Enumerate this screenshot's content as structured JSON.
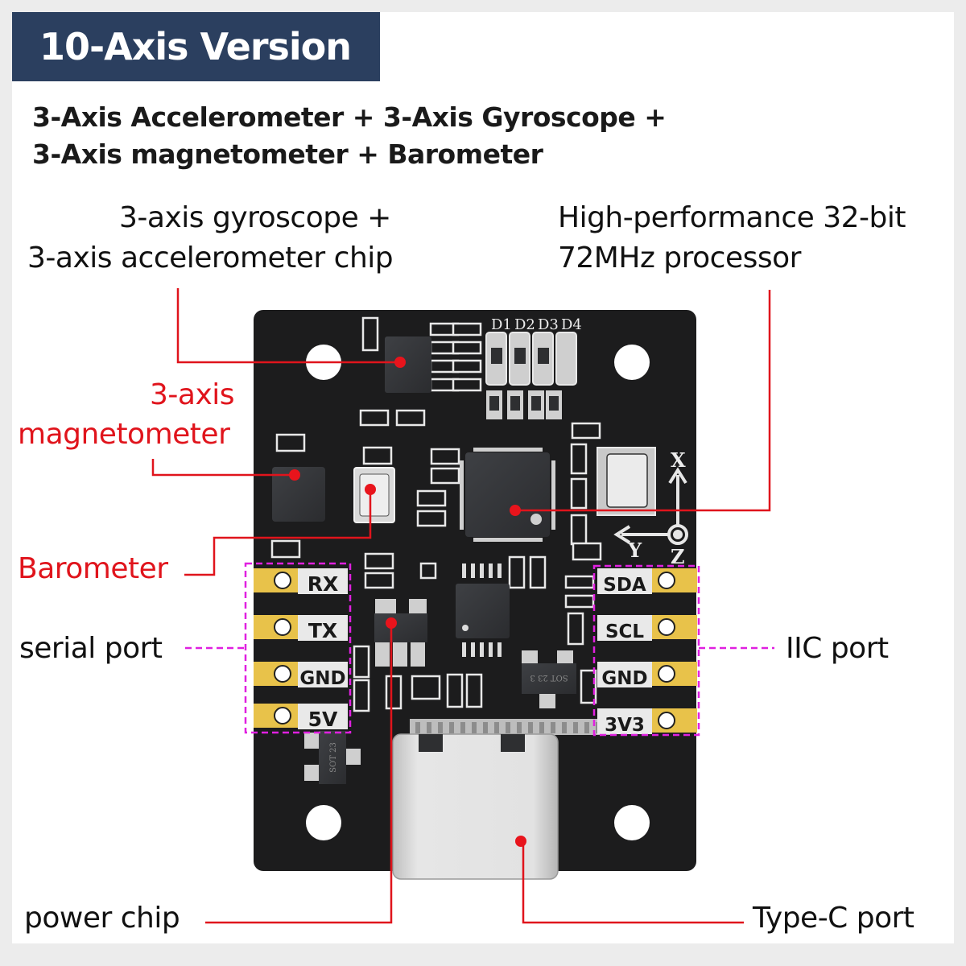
{
  "title": "10-Axis Version",
  "subtitle": {
    "line1": "3-Axis Accelerometer + 3-Axis Gyroscope +",
    "line2": "3-Axis magnetometer + Barometer"
  },
  "callouts": {
    "imu_chip": {
      "line1": "3-axis gyroscope +",
      "line2": "3-axis accelerometer chip"
    },
    "processor": {
      "line1": "High-performance 32-bit",
      "line2": "72MHz processor"
    },
    "magnetometer": {
      "line1": "3-axis",
      "line2": "magnetometer"
    },
    "barometer": "Barometer",
    "serial_port": "serial port",
    "iic_port": "IIC port",
    "power_chip": "power chip",
    "type_c_port": "Type-C port"
  },
  "board": {
    "led_labels": [
      "D1",
      "D2",
      "D3",
      "D4"
    ],
    "serial_pins": [
      "RX",
      "TX",
      "GND",
      "5V"
    ],
    "iic_pins": [
      "SDA",
      "SCL",
      "GND",
      "3V3"
    ],
    "axes": {
      "x": "X",
      "y": "Y",
      "z": "Z"
    },
    "sot_marking_1": "SOT 23 3",
    "sot_marking_2": "SOT 23"
  },
  "colors": {
    "title_bg": "#2b3f5f",
    "callout_red": "#e0141c",
    "port_magenta": "#e020e0",
    "pcb_black": "#1c1c1d",
    "pad_gold": "#e8c24a"
  }
}
